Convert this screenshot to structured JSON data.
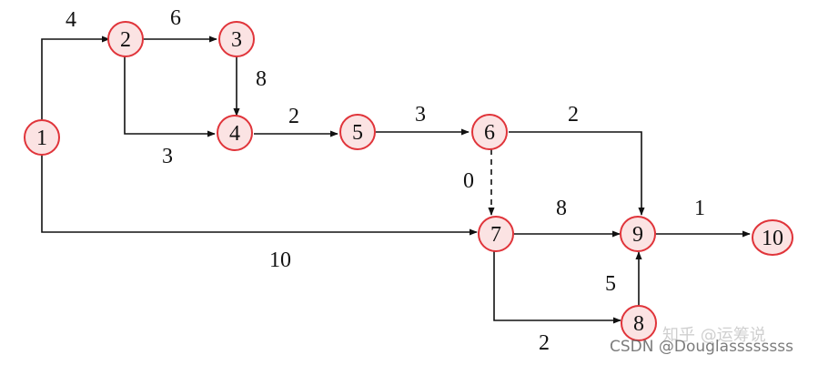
{
  "diagram": {
    "nodes": [
      {
        "id": "1",
        "label": "1"
      },
      {
        "id": "2",
        "label": "2"
      },
      {
        "id": "3",
        "label": "3"
      },
      {
        "id": "4",
        "label": "4"
      },
      {
        "id": "5",
        "label": "5"
      },
      {
        "id": "6",
        "label": "6"
      },
      {
        "id": "7",
        "label": "7"
      },
      {
        "id": "8",
        "label": "8"
      },
      {
        "id": "9",
        "label": "9"
      },
      {
        "id": "10",
        "label": "10"
      }
    ],
    "edges": [
      {
        "from": "1",
        "to": "2",
        "weight": "4",
        "style": "solid"
      },
      {
        "from": "2",
        "to": "3",
        "weight": "6",
        "style": "solid"
      },
      {
        "from": "3",
        "to": "4",
        "weight": "8",
        "style": "solid"
      },
      {
        "from": "2",
        "to": "4",
        "weight": "3",
        "style": "solid"
      },
      {
        "from": "4",
        "to": "5",
        "weight": "2",
        "style": "solid"
      },
      {
        "from": "5",
        "to": "6",
        "weight": "3",
        "style": "solid"
      },
      {
        "from": "6",
        "to": "9",
        "weight": "2",
        "style": "solid"
      },
      {
        "from": "6",
        "to": "7",
        "weight": "0",
        "style": "dashed"
      },
      {
        "from": "1",
        "to": "7",
        "weight": "10",
        "style": "solid"
      },
      {
        "from": "7",
        "to": "9",
        "weight": "8",
        "style": "solid"
      },
      {
        "from": "9",
        "to": "10",
        "weight": "1",
        "style": "solid"
      },
      {
        "from": "7",
        "to": "8",
        "weight": "2",
        "style": "solid"
      },
      {
        "from": "8",
        "to": "9",
        "weight": "5",
        "style": "solid"
      }
    ]
  },
  "watermarks": {
    "faint": "知乎 @运筹说",
    "csdn": "CSDN @Douglassssssss"
  },
  "colors": {
    "node_fill": "#fbe3e3",
    "node_stroke": "#e0343a",
    "edge": "#111111"
  }
}
